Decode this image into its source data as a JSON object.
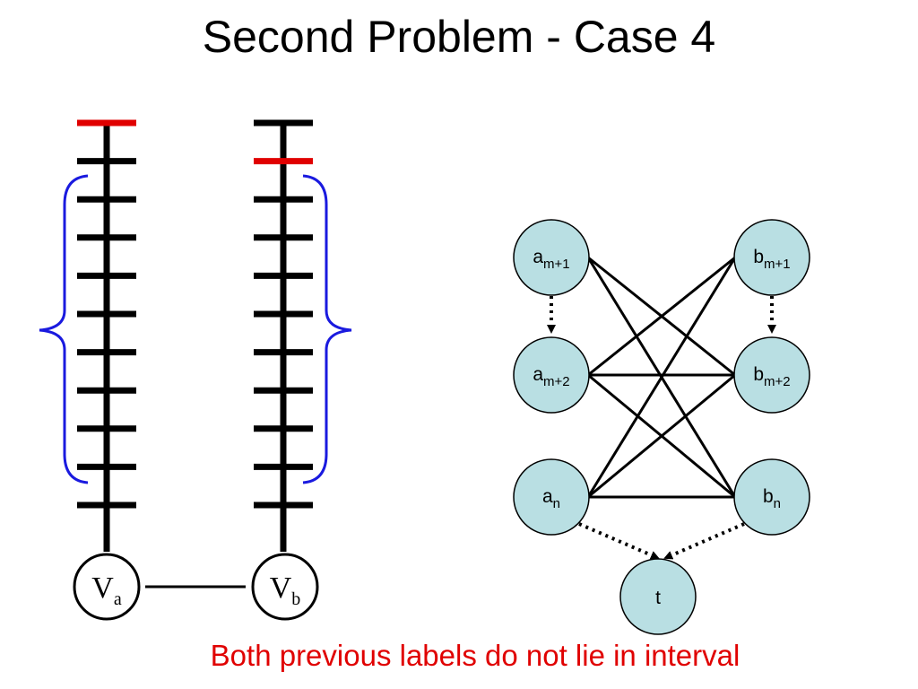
{
  "title": "Second Problem - Case 4",
  "caption": "Both previous labels do not lie in interval",
  "colors": {
    "black": "#000000",
    "highlight": "#e00000",
    "brace": "#1a1adf",
    "node_fill": "#b9dfe3",
    "caption": "#e00000"
  },
  "ladders": {
    "left": {
      "rung_count": 11,
      "highlighted_rung": 1
    },
    "right": {
      "rung_count": 11,
      "highlighted_rung": 2
    }
  },
  "vertex_a": {
    "base": "V",
    "sub": "a"
  },
  "vertex_b": {
    "base": "V",
    "sub": "b"
  },
  "graph": {
    "nodes": {
      "am1": {
        "base": "a",
        "sub": "m+1"
      },
      "am2": {
        "base": "a",
        "sub": "m+2"
      },
      "an": {
        "base": "a",
        "sub": "n"
      },
      "bm1": {
        "base": "b",
        "sub": "m+1"
      },
      "bm2": {
        "base": "b",
        "sub": "m+2"
      },
      "bn": {
        "base": "b",
        "sub": "n"
      },
      "t": {
        "base": "t",
        "sub": ""
      }
    }
  }
}
